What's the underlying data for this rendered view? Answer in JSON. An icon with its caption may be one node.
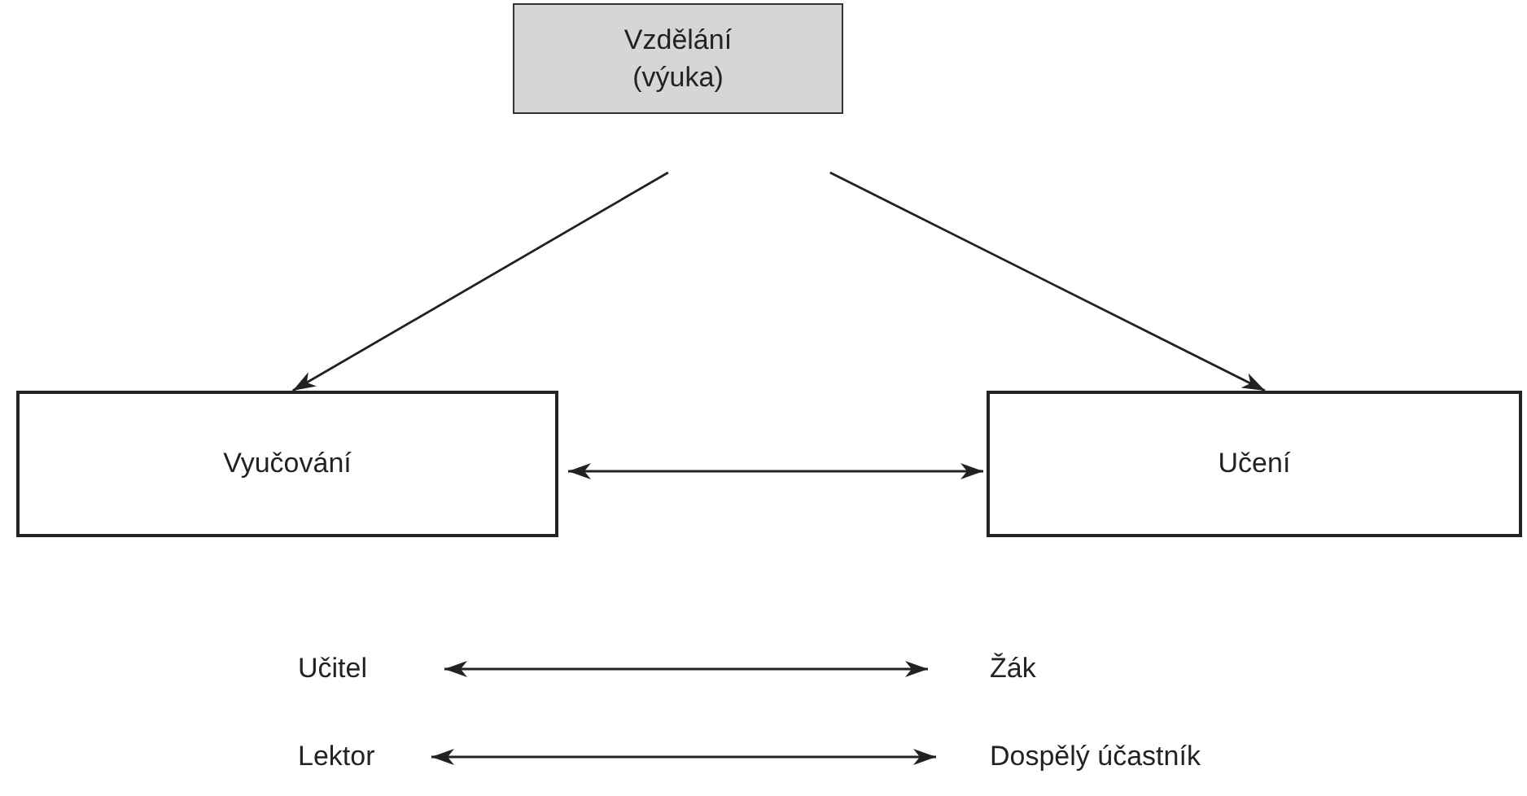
{
  "diagram": {
    "nodes": [
      {
        "text": [
          "Vzdělání (výuka)"
        ]
      },
      {
        "text": [
          "Vyučování"
        ]
      },
      {
        "text": [
          "Učení"
        ]
      },
      {
        "text": [
          "Učitel"
        ]
      },
      {
        "text": [
          "Žák"
        ]
      },
      {
        "text": [
          "Lektor"
        ]
      },
      {
        "text": [
          "Dospělý účastník"
        ]
      }
    ],
    "edges": [
      {
        "from": 0,
        "to": 1,
        "arrow": "to"
      },
      {
        "from": 0,
        "to": 2,
        "arrow": "to"
      },
      {
        "from": 1,
        "to": 2,
        "arrow": "both"
      },
      {
        "from": 3,
        "to": 4,
        "arrow": "both"
      },
      {
        "from": 5,
        "to": 6,
        "arrow": "both"
      }
    ]
  }
}
